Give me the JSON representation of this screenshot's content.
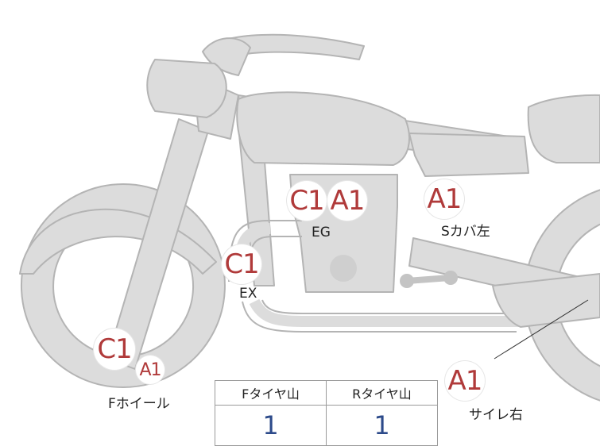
{
  "colors": {
    "bike_fill": "#dcdcdc",
    "bike_stroke": "#b4b4b4",
    "badge_text": "#b03a3a",
    "value_text": "#2c4a8a"
  },
  "markers": {
    "engine": {
      "c": "C1",
      "a": "A1",
      "label": "EG"
    },
    "side_cover": {
      "a": "A1",
      "label": "Sカバ左"
    },
    "exhaust": {
      "c": "C1",
      "label": "EX"
    },
    "front_wheel": {
      "c": "C1",
      "a": "A1",
      "label": "Fホイール"
    },
    "silencer": {
      "a": "A1",
      "label": "サイレ右"
    }
  },
  "tire_table": {
    "headers": [
      "Fタイヤ山",
      "Rタイヤ山"
    ],
    "values": [
      "1",
      "1"
    ]
  }
}
